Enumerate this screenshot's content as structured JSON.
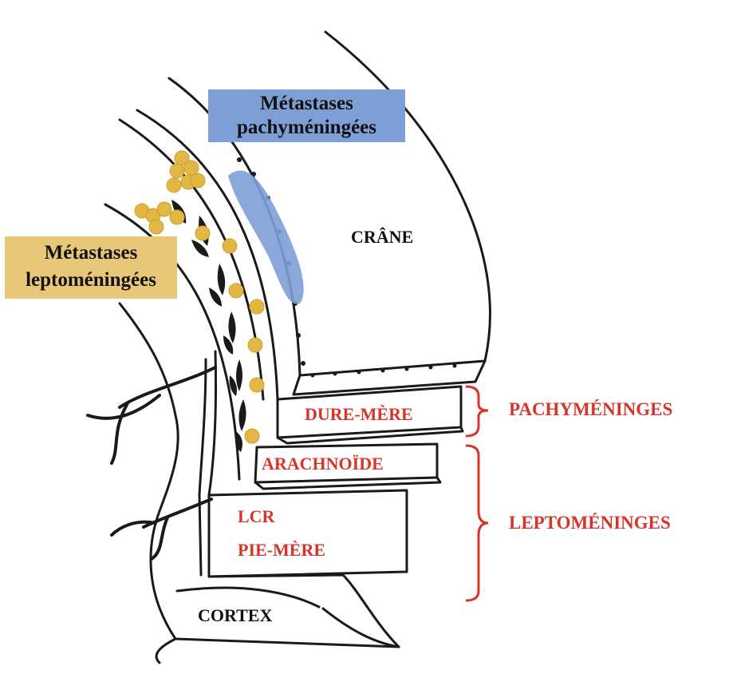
{
  "labels": {
    "pachy_box_line1": "Métastases",
    "pachy_box_line2": "pachyméningées",
    "lepto_box_line1": "Métastases",
    "lepto_box_line2": "leptoméningées",
    "crane": "CRÂNE",
    "dure_mere": "DURE-MÈRE",
    "arachnoide": "ARACHNOÏDE",
    "lcr": "LCR",
    "pie_mere": "PIE-MÈRE",
    "cortex": "CORTEX",
    "pachymeninges": "PACHYMÉNINGES",
    "leptomeninges": "LEPTOMÉNINGES"
  },
  "colors": {
    "layer_label": "#d8352a",
    "lepto_metastasis": "#e3b743",
    "pachy_metastasis": "#7d9fd6",
    "outline": "#1a1a1a"
  }
}
